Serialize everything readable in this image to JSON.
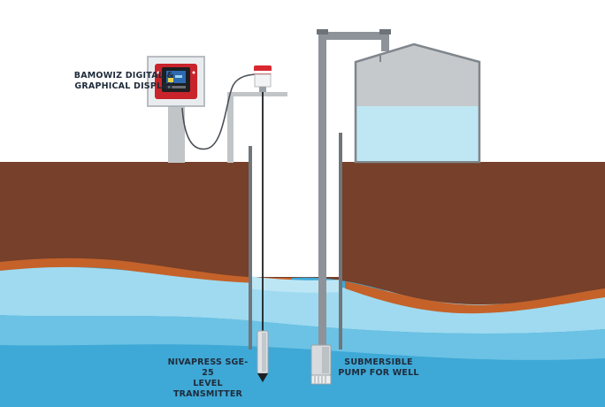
{
  "labels": {
    "display": [
      "BAMOWIZ DIGITAL &",
      "GRAPHICAL DISPLAY"
    ],
    "transmitter": [
      "NIVAPRESS SGE-25",
      "LEVEL TRANSMITTER"
    ],
    "pump": [
      "SUBMERSIBLE",
      "PUMP FOR WELL"
    ]
  },
  "colors": {
    "soil": "#76402a",
    "soil_bottom": "#c4622a",
    "water_light": "#aee0f2",
    "water_mid": "#7ccbe6",
    "water_deep": "#3aa6d5",
    "pipe": "#8d9399",
    "tank": "#c5c9cc",
    "tank_water": "#bfe6f3",
    "indicator_red": "#d9282f",
    "screen_blue": "#2d6ab0"
  }
}
